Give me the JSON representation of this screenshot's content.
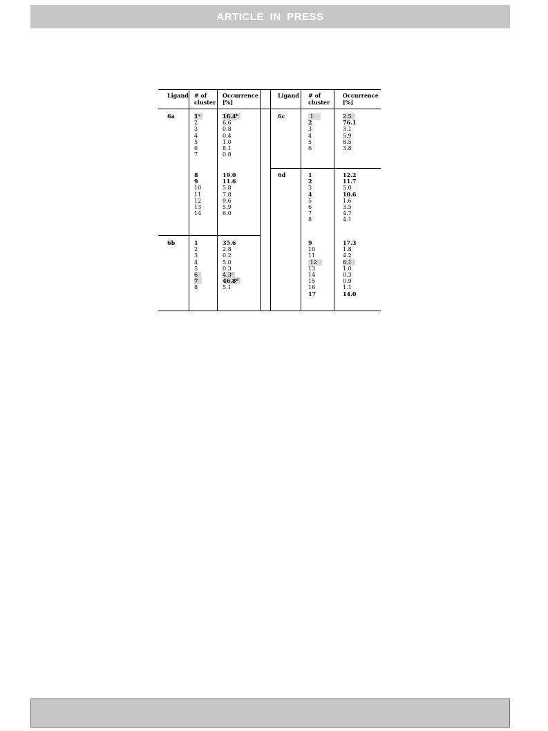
{
  "banner": {
    "text": "ARTICLE IN PRESS"
  },
  "table": {
    "headers": {
      "ligand": "Ligand",
      "cluster_line1": "# of",
      "cluster_line2": "cluster",
      "occurrence_line1": "Occurrence",
      "occurrence_line2": "[%]"
    },
    "left_groups": [
      {
        "ligand": "6a",
        "clusters": [
          "1",
          "2",
          "3",
          "4",
          "5",
          "6",
          "7"
        ],
        "occurrence": [
          "16.4",
          "6.6",
          "0.8",
          "0.4",
          "1.0",
          "8.1",
          "0.8"
        ],
        "marks": {
          "cluster_0": "a",
          "occurrence_0": "b"
        }
      },
      {
        "ligand": "",
        "clusters": [
          "8",
          "9",
          "10",
          "11",
          "12",
          "13",
          "14"
        ],
        "occurrence": [
          "19.0",
          "11.6",
          "5.8",
          "7.8",
          "9.6",
          "5.9",
          "6.0"
        ]
      },
      {
        "ligand": "6b",
        "clusters": [
          "1",
          "2",
          "3",
          "4",
          "5",
          "6",
          "7",
          "8"
        ],
        "occurrence": [
          "35.6",
          "2.8",
          "0.2",
          "5.0",
          "0.3",
          "4.3",
          "46.8",
          "5.1"
        ],
        "marks": {
          "occurrence_5": "c",
          "occurrence_6": "d"
        }
      }
    ],
    "right_groups": [
      {
        "ligand": "6c",
        "clusters": [
          "1",
          "2",
          "3",
          "4",
          "5",
          "6"
        ],
        "occurrence": [
          "2.5",
          "76.1",
          "3.1",
          "5.9",
          "8.5",
          "3.8"
        ]
      },
      {
        "ligand": "6d",
        "clusters": [
          "1",
          "2",
          "3",
          "4",
          "5",
          "6",
          "7",
          "8"
        ],
        "occurrence": [
          "12.2",
          "11.7",
          "5.0",
          "10.6",
          "1.6",
          "3.5",
          "4.7",
          "4.1"
        ]
      },
      {
        "ligand": "",
        "clusters": [
          "9",
          "10",
          "11",
          "12",
          "13",
          "14",
          "15",
          "16",
          "17"
        ],
        "occurrence": [
          "17.3",
          "1.8",
          "4.2",
          "6.1",
          "1.0",
          "0.3",
          "0.9",
          "1.1",
          "14.0"
        ]
      }
    ]
  }
}
